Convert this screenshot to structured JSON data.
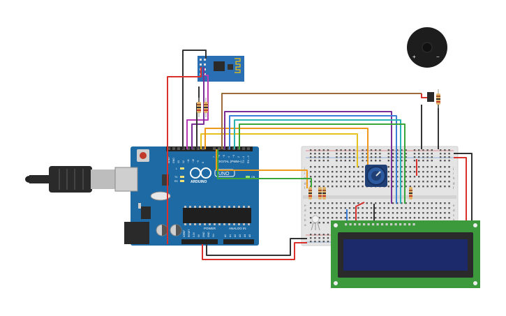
{
  "arduino": {
    "brand": "ARDUINO",
    "model": "UNO",
    "digital_header": "DIGITAL (PWM~)",
    "power_header": "POWER",
    "analog_header": "ANALOG IN",
    "digital_pins": [
      "AREF",
      "GND",
      "13",
      "12",
      "~11",
      "~10",
      "~9",
      "8",
      "7",
      "~6",
      "~5",
      "4",
      "~3",
      "2",
      "TX→1",
      "RX←0"
    ],
    "power_pins": [
      "IOREF",
      "RESET",
      "3.3V",
      "5V",
      "GND",
      "GND",
      "Vin"
    ],
    "analog_pins": [
      "A0",
      "A1",
      "A2",
      "A3",
      "A4",
      "A5"
    ],
    "leds": [
      "L",
      "TX",
      "RX",
      "ON"
    ]
  },
  "buzzer": {
    "plus": "+",
    "minus": "−"
  },
  "breadboard": {
    "row_letters_top": [
      "j",
      "i",
      "h",
      "g",
      "f"
    ],
    "row_letters_bottom": [
      "e",
      "d",
      "c",
      "b",
      "a"
    ]
  },
  "colors": {
    "board": "#1d6aa5",
    "breadboard": "#e4e4e4",
    "lcd_pcb": "#3c9a3c",
    "lcd_screen": "#1c2a6b",
    "wire_red": "#d9302c",
    "wire_black": "#333333",
    "wire_orange": "#f09a1c",
    "wire_green": "#3aa63a",
    "wire_purple": "#7a2f96",
    "wire_blue": "#3b7fd8",
    "wire_teal": "#2bb4b4",
    "wire_yellow": "#e6c11c",
    "wire_brown": "#9b6b3c",
    "wire_magenta": "#b83ab5"
  }
}
